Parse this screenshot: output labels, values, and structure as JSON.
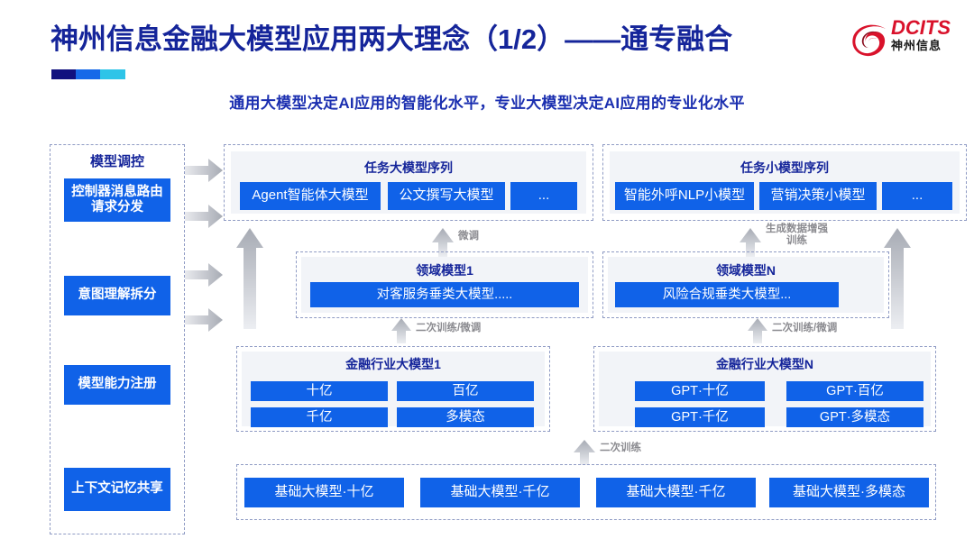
{
  "header": {
    "title": "神州信息金融大模型应用两大理念（1/2）——通专融合",
    "subtitle": "通用大模型决定AI应用的智能化水平，专业大模型决定AI应用的专业化水平",
    "logo_en": "DCITS",
    "logo_cn": "神州信息",
    "accent_navy": "#11117f",
    "accent_blue": "#1769e8",
    "accent_cyan": "#2ec4e8",
    "brand_red": "#d9122b",
    "title_color": "#15259a"
  },
  "sidebar": {
    "title": "模型调控",
    "items": [
      {
        "label": "控制器消息路由请求分发"
      },
      {
        "label": "意图理解拆分"
      },
      {
        "label": "模型能力注册"
      },
      {
        "label": "上下文记忆共享"
      }
    ]
  },
  "task_layer": {
    "left": {
      "caption": "任务大模型序列",
      "boxes": [
        "Agent智能体大模型",
        "公文撰写大模型",
        "..."
      ]
    },
    "right": {
      "caption": "任务小模型序列",
      "boxes": [
        "智能外呼NLP小模型",
        "营销决策小模型",
        "..."
      ]
    }
  },
  "domain_layer": {
    "left": {
      "caption": "领域模型1",
      "box": "对客服务垂类大模型....."
    },
    "right": {
      "caption": "领域模型N",
      "box": "风险合规垂类大模型..."
    }
  },
  "industry_layer": {
    "left": {
      "caption": "金融行业大模型1",
      "boxes": [
        "十亿",
        "百亿",
        "千亿",
        "多模态"
      ]
    },
    "right": {
      "caption": "金融行业大模型N",
      "boxes": [
        "GPT·十亿",
        "GPT·百亿",
        "GPT·千亿",
        "GPT·多模态"
      ]
    }
  },
  "base_layer": {
    "boxes": [
      "基础大模型·十亿",
      "基础大模型·千亿",
      "基础大模型·千亿",
      "基础大模型·多模态"
    ]
  },
  "arrow_labels": {
    "finetune_left": "微调",
    "data_aug_right": "生成数据增强\n训练",
    "retrain_finetune_left": "二次训练/微调",
    "retrain_finetune_right": "二次训练/微调",
    "retrain_bottom": "二次训练"
  },
  "colors": {
    "box_blue": "#1062e8",
    "panel_grey": "#f2f4f8",
    "dashed_border": "#8f9bc4",
    "arrow_grey": "#b9bdc6",
    "label_grey": "#8b8b90"
  }
}
